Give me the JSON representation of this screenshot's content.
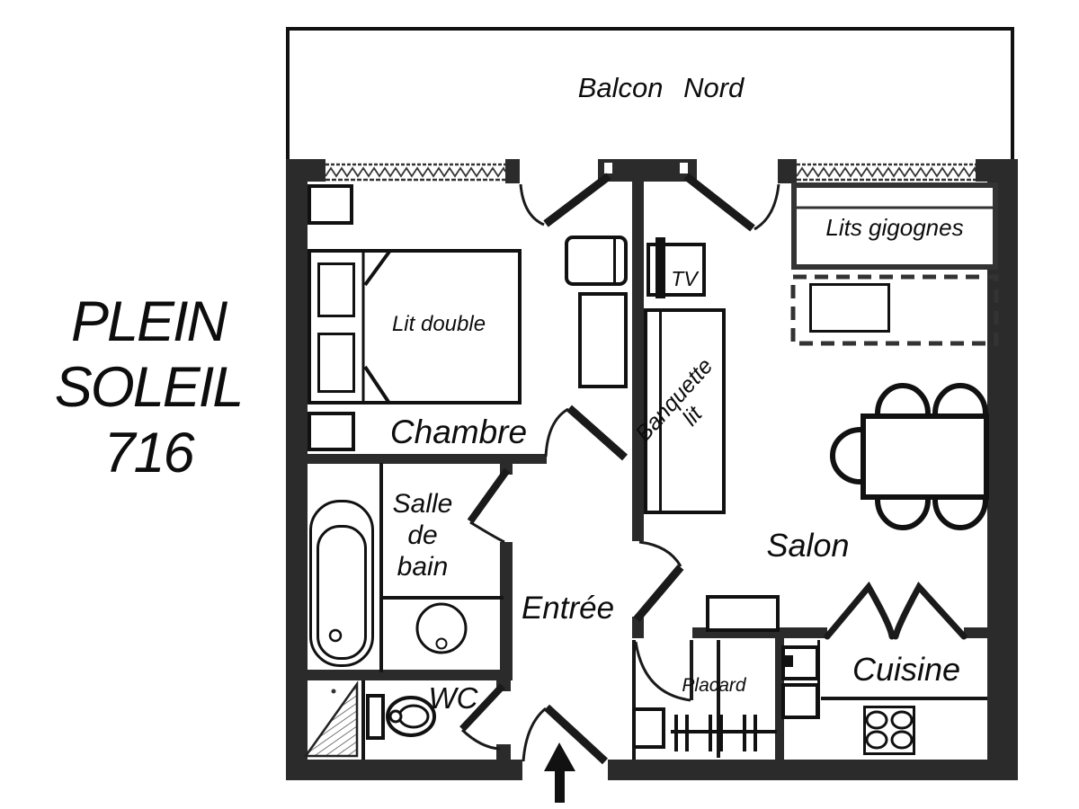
{
  "title": {
    "line1": "PLEIN",
    "line2": "SOLEIL",
    "line3": "716"
  },
  "balcony": {
    "label": "Balcon Nord"
  },
  "rooms": {
    "chambre": {
      "label": "Chambre",
      "bed_label": "Lit double"
    },
    "salle_de_bain": {
      "label_line1": "Salle",
      "label_line2": "de",
      "label_line3": "bain"
    },
    "wc": {
      "label": "WC"
    },
    "entree": {
      "label": "Entrée"
    },
    "salon": {
      "label": "Salon",
      "tv_label": "TV",
      "banquette_line1": "Banquette",
      "banquette_line2": "lit",
      "lits_gigognes_label": "Lits gigognes"
    },
    "placard": {
      "label": "Placard"
    },
    "cuisine": {
      "label": "Cuisine"
    }
  },
  "colors": {
    "wall": "#2b2b2b",
    "line": "#111111",
    "background": "#ffffff"
  }
}
